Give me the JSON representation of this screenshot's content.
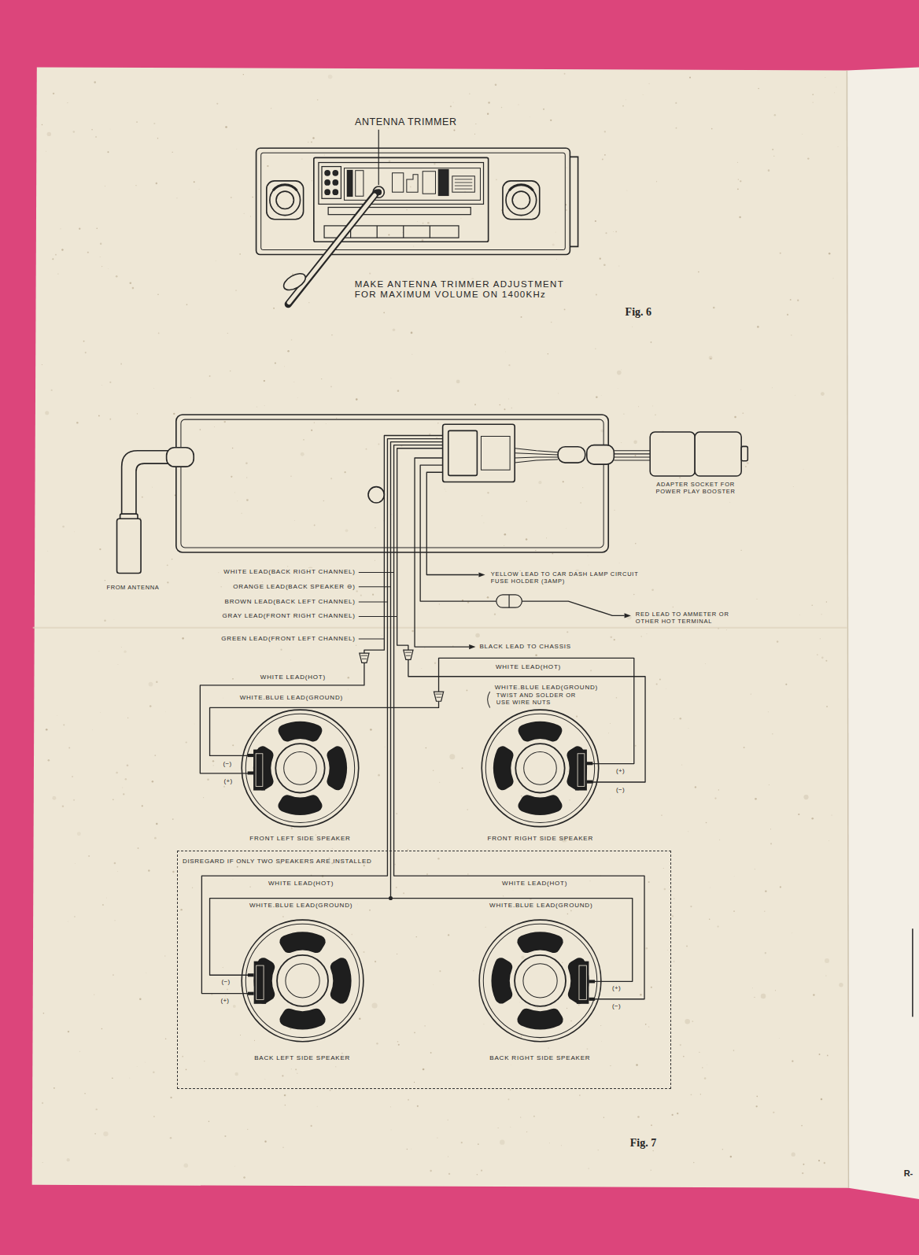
{
  "diagram": {
    "nodes": [
      {
        "text": [
          "ADAPTER SOCKET FOR POWER PLAY BOOSTER"
        ]
      },
      {
        "text": [
          "FRONT LEFT SIDE SPEAKER"
        ]
      },
      {
        "text": [
          "FRONT RIGHT SIDE SPEAKER"
        ]
      },
      {
        "text": [
          "DISREGARD IF ONLY TWO SPEAKERS ARE INSTALLED"
        ]
      },
      {
        "text": [
          "BACK LEFT SIDE SPEAKER"
        ],
        "in": 3
      },
      {
        "text": [
          "BACK RIGHT SIDE SPEAKER"
        ],
        "in": 3
      }
    ],
    "labels": [
      "ANTENNA TRIMMER",
      "MAKE ANTENNA TRIMMER ADJUSTMENT FOR MAXIMUM VOLUME ON 1400KHz",
      "Fig. 6",
      "FROM ANTENNA",
      "WHITE LEAD(BACK RIGHT CHANNEL)",
      "ORANGE LEAD(BACK SPEAKER ⊖)",
      "BROWN LEAD(BACK LEFT CHANNEL)",
      "GRAY LEAD(FRONT RIGHT CHANNEL)",
      "GREEN LEAD(FRONT LEFT CHANNEL)",
      "YELLOW LEAD TO CAR DASH LAMP CIRCUIT FUSE HOLDER (3AMP)",
      "RED LEAD TO AMMETER OR OTHER HOT TERMINAL",
      "BLACK LEAD TO CHASSIS",
      "WHITE LEAD(HOT)",
      "WHITE.BLUE LEAD(GROUND)",
      "WHITE LEAD(HOT)",
      "WHITE.BLUE LEAD(GROUND)",
      "TWIST AND SOLDER OR USE WIRE NUTS",
      "(−)",
      "(+)",
      "(+)",
      "(−)",
      "WHITE LEAD(HOT)",
      "WHITE.BLUE LEAD(GROUND)",
      "WHITE LEAD(HOT)",
      "WHITE.BLUE LEAD(GROUND)",
      "(−)",
      "(+)",
      "(+)",
      "(−)",
      "Fig. 7",
      "R-"
    ]
  }
}
